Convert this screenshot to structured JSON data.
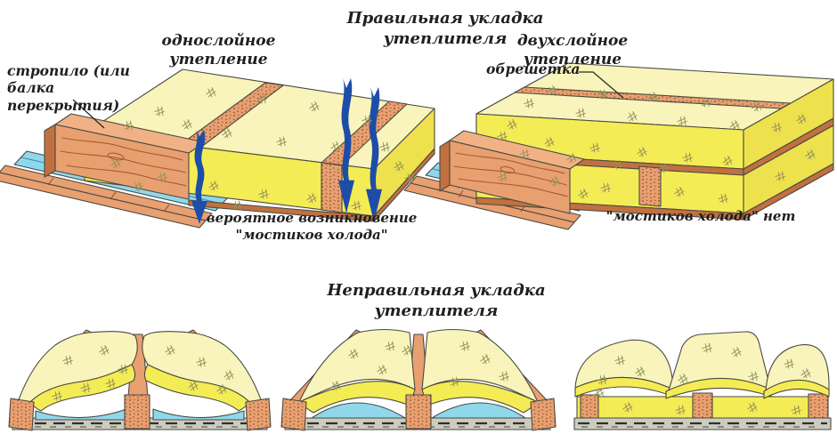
{
  "titles": {
    "correct": "Правильная укладка утеплителя",
    "incorrect": "Неправильная укладка утеплителя"
  },
  "labels": {
    "single_layer": "однослойное утепление",
    "double_layer": "двухслойное утепление"
  },
  "annotations": {
    "rafter": "стропило (или балка перекрытия)",
    "lathing": "обрешетка",
    "cold_bridges": "вероятное возникновение \"мостиков холода\"",
    "no_cold_bridges": "\"мостиков холода\" нет"
  },
  "colors": {
    "background": "#ffffff",
    "text": "#1f1f1f",
    "outline": "#4a4a42",
    "insulation_top": "#f8f4bb",
    "insulation_front": "#f4ec55",
    "insulation_end": "#eee14e",
    "wood": "#e8a071",
    "wood_dark": "#c1713f",
    "membrane_blue": "#8fd8ec",
    "arrow_blue": "#1e4da8"
  }
}
